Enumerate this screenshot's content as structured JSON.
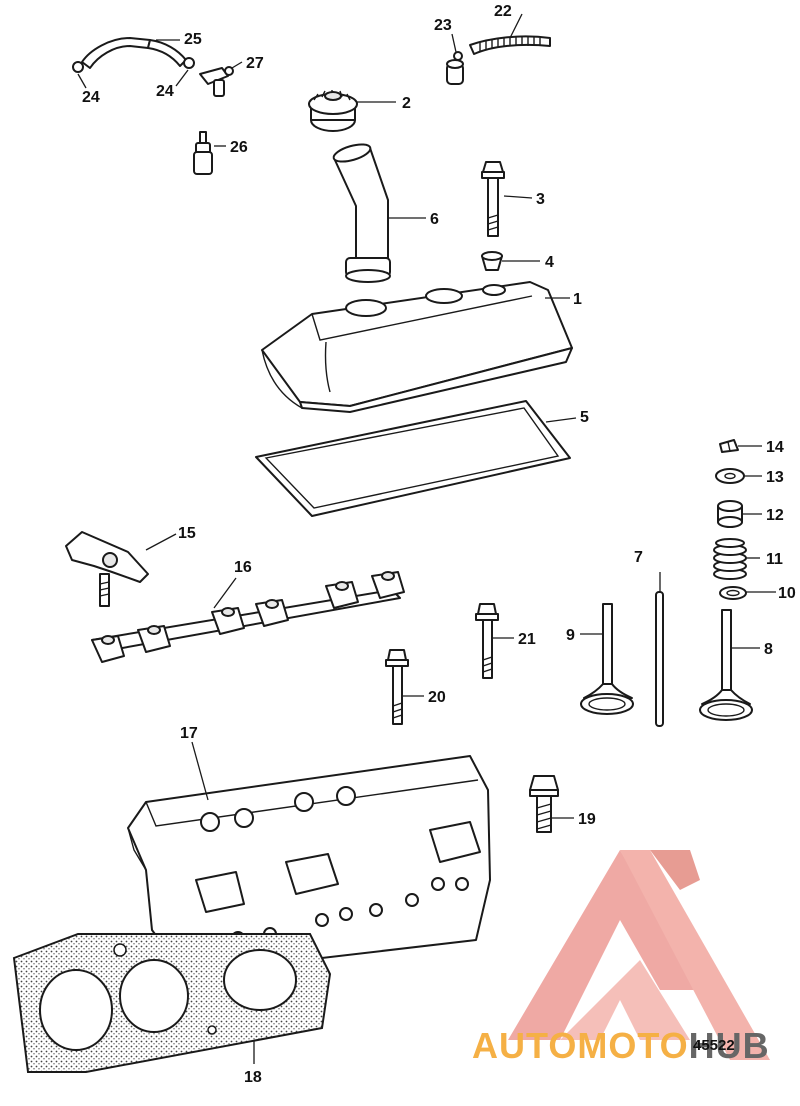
{
  "figure": {
    "number": "45522",
    "callouts": [
      "1",
      "2",
      "3",
      "4",
      "5",
      "6",
      "7",
      "8",
      "9",
      "10",
      "11",
      "12",
      "13",
      "14",
      "15",
      "16",
      "17",
      "18",
      "19",
      "20",
      "21",
      "22",
      "23",
      "24",
      "24",
      "25",
      "26",
      "27"
    ]
  },
  "watermark": {
    "text_part1": "AUTOMOTO",
    "text_part2": "HUB",
    "color_1": "#f5b045",
    "color_2": "#e88a7e",
    "color_3": "#555555"
  }
}
